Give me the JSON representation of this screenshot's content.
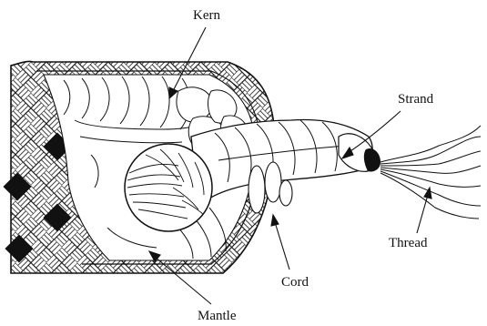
{
  "labels": {
    "kern": "Kern",
    "strand": "Strand",
    "thread": "Thread",
    "cord": "Cord",
    "mantle": "Mantle"
  },
  "colors": {
    "ink": "#111111",
    "paper": "#ffffff"
  }
}
